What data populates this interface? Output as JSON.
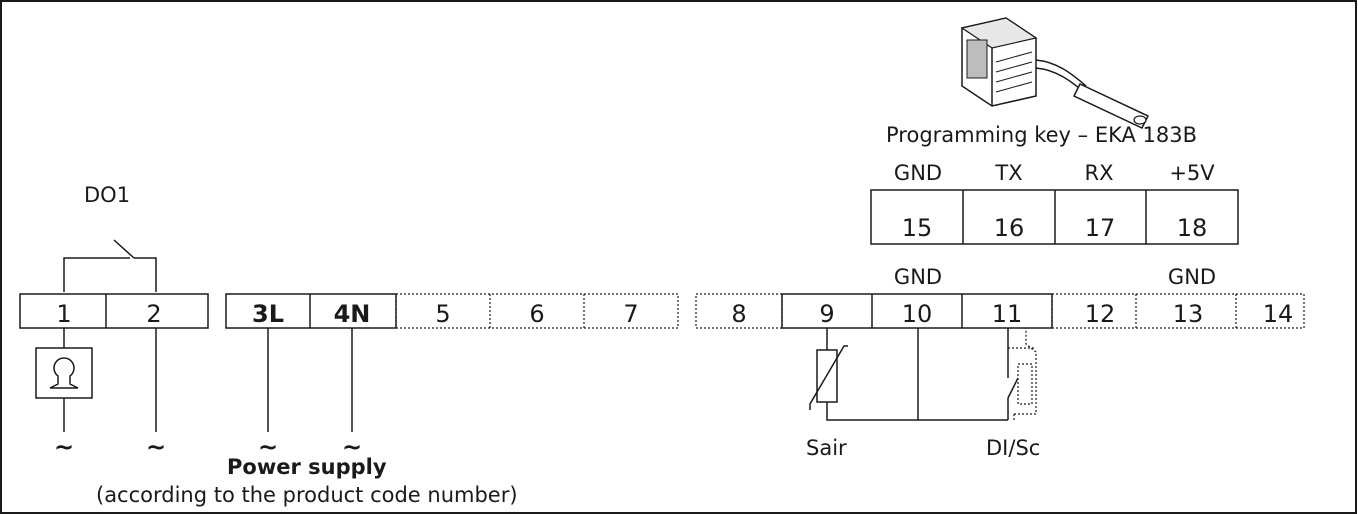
{
  "programming_key": {
    "label": "Programming key – EKA 183B"
  },
  "key_signals": [
    "GND",
    "TX",
    "RX",
    "+5V"
  ],
  "key_terminals": [
    "15",
    "16",
    "17",
    "18"
  ],
  "relay": {
    "label": "DO1"
  },
  "gnd_labels": {
    "t10": "GND",
    "t13": "GND"
  },
  "terminals": {
    "t1": "1",
    "t2": "2",
    "t3": "3L",
    "t4": "4N",
    "t5": "5",
    "t6": "6",
    "t7": "7",
    "t8": "8",
    "t9": "9",
    "t10": "10",
    "t11": "11",
    "t12": "12",
    "t13": "13",
    "t14": "14"
  },
  "ac_symbol": "~",
  "sensor_labels": {
    "sair": "Sair",
    "di": "DI/Sc"
  },
  "power_supply": {
    "title": "Power supply",
    "note": "(according to the product code number)"
  }
}
